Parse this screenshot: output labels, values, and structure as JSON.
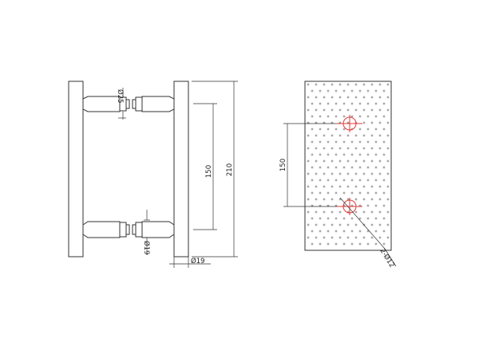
{
  "drawing": {
    "dimensions": {
      "inner_rod_length": "150",
      "overall_length": "210",
      "standoff_diameter": "Ø25",
      "spacer_diameter": "Ø19",
      "bar_diameter": "Ø19",
      "hole_spacing": "150",
      "holes": "2-Ø12"
    },
    "colors": {
      "line": "#333333",
      "hole": "#e23b3b",
      "pattern": "#555555"
    }
  }
}
